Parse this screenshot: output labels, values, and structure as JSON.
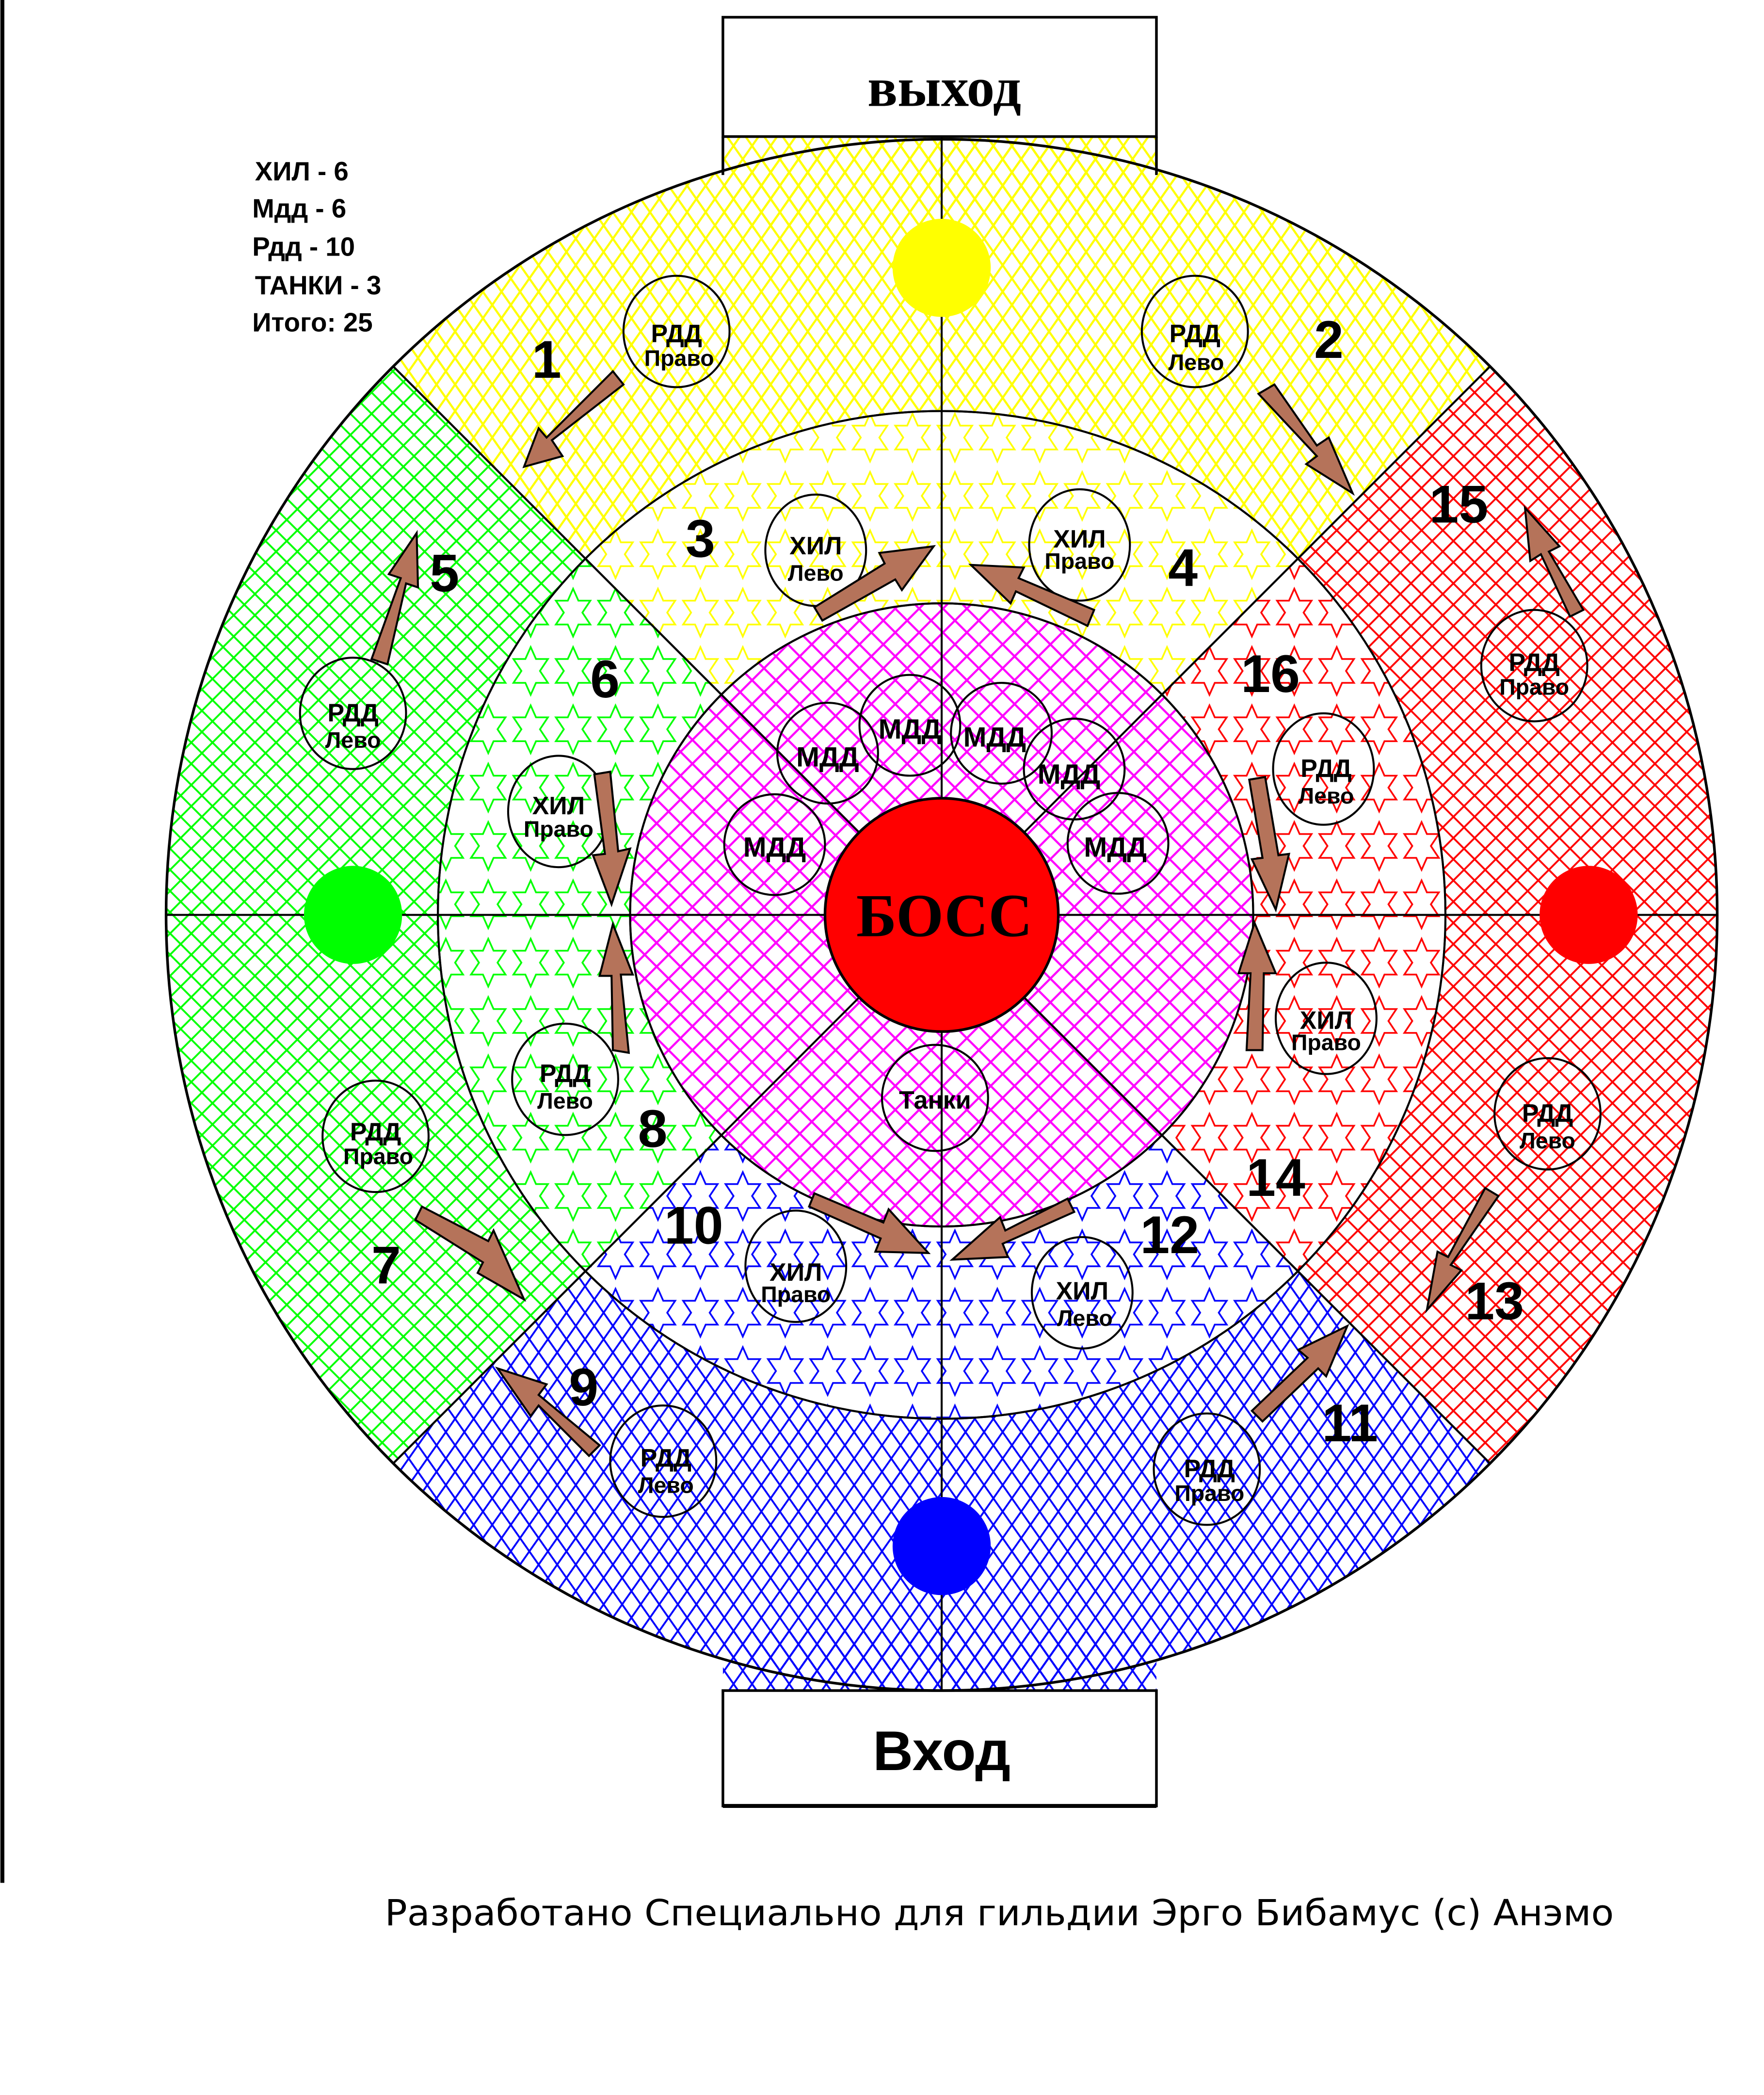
{
  "exit_label": "выход",
  "entrance_label": "Вход",
  "boss_label": "БОСС",
  "footer": "Разработано Специально для гильдии Эрго Бибамус (с) Анэмо",
  "legend": [
    "ХИЛ - 6",
    "Мдд - 6",
    "Рдд - 10",
    "ТАНКИ - 3",
    "Итого: 25"
  ],
  "colors": {
    "top_sector": "#ffff00",
    "right_sector": "#ff0000",
    "bottom_sector": "#0000ff",
    "left_sector": "#00ff00",
    "center_ring": "#ff00ff",
    "boss": "#ff0000",
    "arrow": "#b5735a"
  },
  "zone_numbers": [
    "1",
    "2",
    "3",
    "4",
    "5",
    "6",
    "7",
    "8",
    "9",
    "10",
    "11",
    "12",
    "13",
    "14",
    "15",
    "16"
  ],
  "tokens": {
    "rdd": "РДД",
    "hil": "ХИЛ",
    "mdd": "МДД",
    "tanks": "Танки",
    "left": "Лево",
    "right": "Право"
  },
  "positions": [
    {
      "zone": "1",
      "role": "РДД",
      "side": "Право"
    },
    {
      "zone": "2",
      "role": "РДД",
      "side": "Лево"
    },
    {
      "zone": "3",
      "role": "ХИЛ",
      "side": "Лево"
    },
    {
      "zone": "4",
      "role": "ХИЛ",
      "side": "Право"
    },
    {
      "zone": "5",
      "role": "РДД",
      "side": "Лево"
    },
    {
      "zone": "6",
      "role": "ХИЛ",
      "side": "Право"
    },
    {
      "zone": "7",
      "role": "РДД",
      "side": "Право"
    },
    {
      "zone": "8",
      "role": "РДД",
      "side": "Лево"
    },
    {
      "zone": "9",
      "role": "РДД",
      "side": "Лево"
    },
    {
      "zone": "10",
      "role": "ХИЛ",
      "side": "Право"
    },
    {
      "zone": "11",
      "role": "РДД",
      "side": "Право"
    },
    {
      "zone": "12",
      "role": "ХИЛ",
      "side": "Лево"
    },
    {
      "zone": "13",
      "role": "РДД",
      "side": "Лево"
    },
    {
      "zone": "14",
      "role": "ХИЛ",
      "side": "Право"
    },
    {
      "zone": "15",
      "role": "РДД",
      "side": "Право"
    },
    {
      "zone": "16",
      "role": "РДД",
      "side": "Лево"
    }
  ]
}
